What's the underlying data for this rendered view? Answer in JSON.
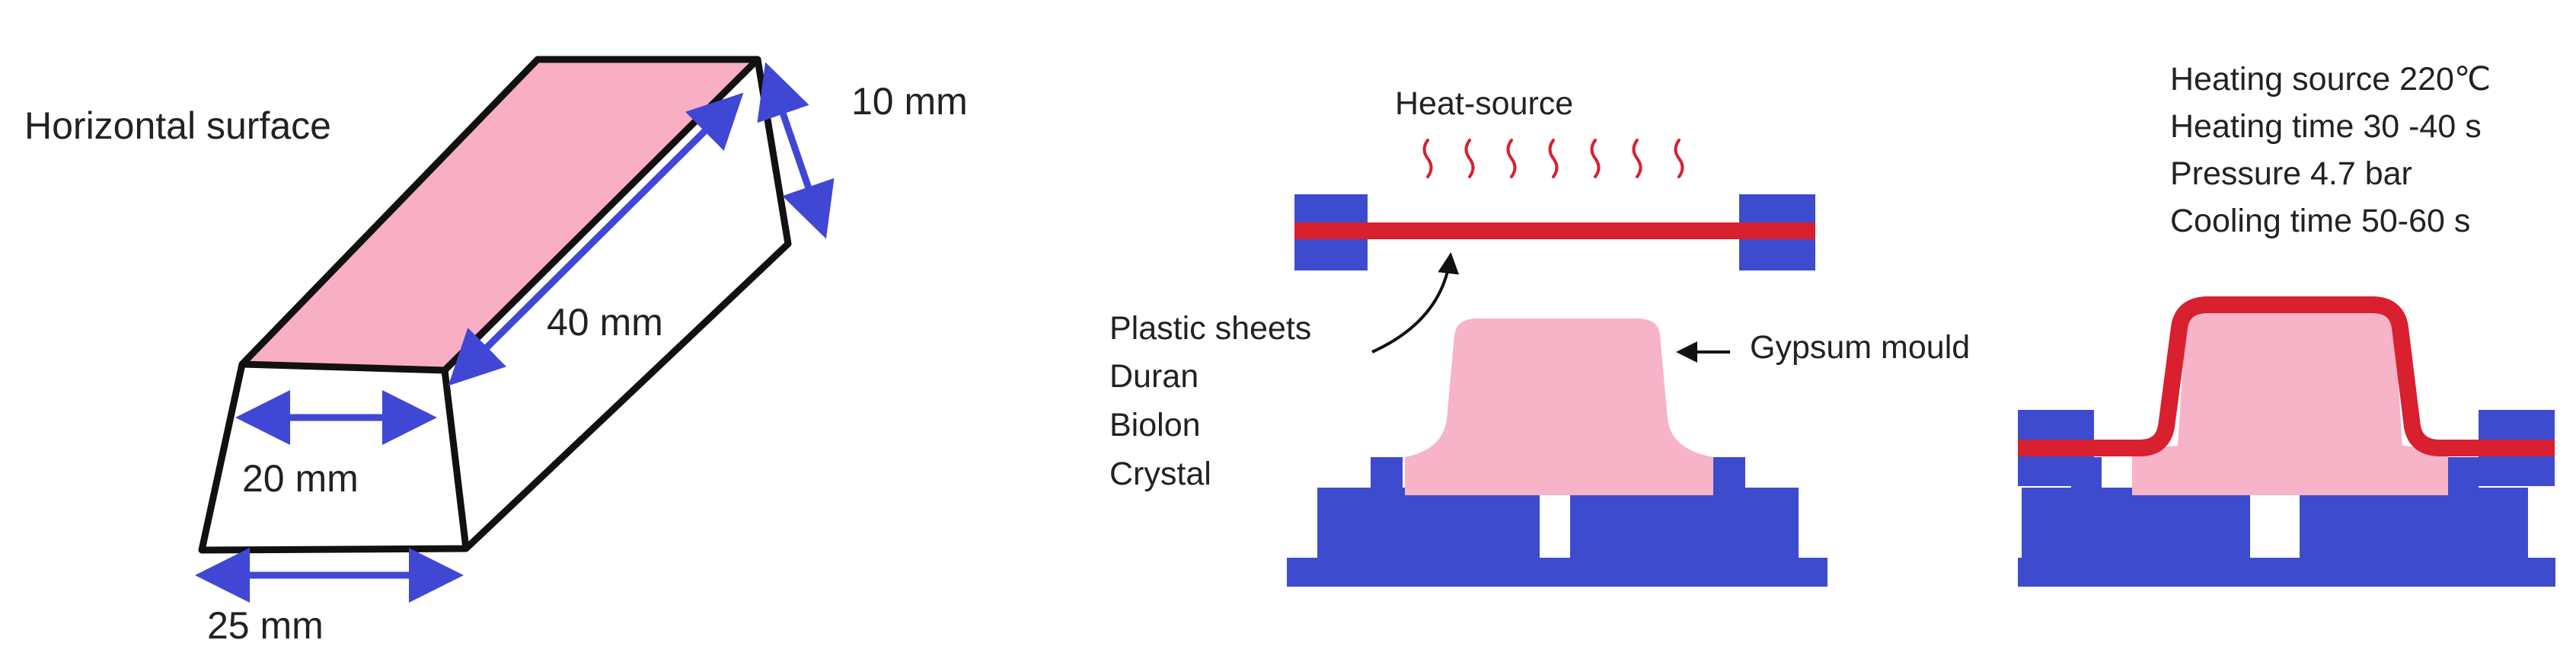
{
  "block": {
    "surface_label": "Horizontal surface",
    "dim_height": "10 mm",
    "dim_length": "40 mm",
    "dim_top_width": "20 mm",
    "dim_bottom_width": "25 mm"
  },
  "process": {
    "heat_label": "Heat-source",
    "sheets_label": "Plastic sheets",
    "materials": [
      "Duran",
      "Biolon",
      "Crystal"
    ],
    "mould_label": "Gypsum mould"
  },
  "parameters": [
    "Heating source 220℃",
    "Heating time 30 -40 s",
    "Pressure 4.7 bar",
    "Cooling time 50-60 s"
  ],
  "colors": {
    "fill_pink": "#f8aec3",
    "mould_pink": "#f7b3c8",
    "clamp_blue": "#3d4ccf",
    "sheet_red": "#d8202f",
    "arrow_blue": "#4047d4",
    "outline": "#111111"
  }
}
